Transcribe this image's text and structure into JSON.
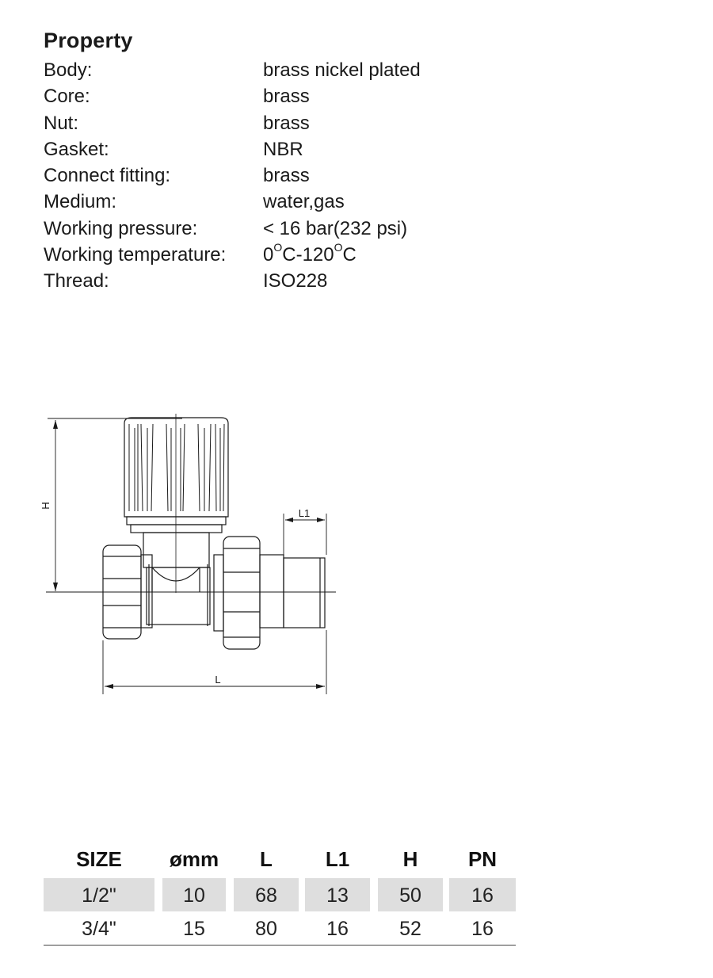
{
  "property": {
    "title": "Property",
    "rows": [
      {
        "label": "Body:",
        "value": "brass nickel plated"
      },
      {
        "label": "Core:",
        "value": "brass"
      },
      {
        "label": "Nut:",
        "value": "brass"
      },
      {
        "label": "Gasket:",
        "value": "NBR"
      },
      {
        "label": "Connect fitting:",
        "value": "brass"
      },
      {
        "label": "Medium:",
        "value": "water,gas"
      },
      {
        "label": "Working pressure:",
        "value": "< 16 bar(232 psi)"
      },
      {
        "label": "Working temperature:",
        "value_parts": [
          "0",
          "O",
          "C-120",
          "O",
          "C"
        ]
      },
      {
        "label": "Thread:",
        "value": "ISO228"
      }
    ]
  },
  "drawing": {
    "dim_h": "H",
    "dim_l": "L",
    "dim_l1": "L1"
  },
  "table": {
    "headers": [
      "SIZE",
      "ømm",
      "L",
      "L1",
      "H",
      "PN"
    ],
    "rows": [
      [
        "1/2\"",
        "10",
        "68",
        "13",
        "50",
        "16"
      ],
      [
        "3/4\"",
        "15",
        "80",
        "16",
        "52",
        "16"
      ]
    ],
    "shade_color": "#dedede"
  }
}
